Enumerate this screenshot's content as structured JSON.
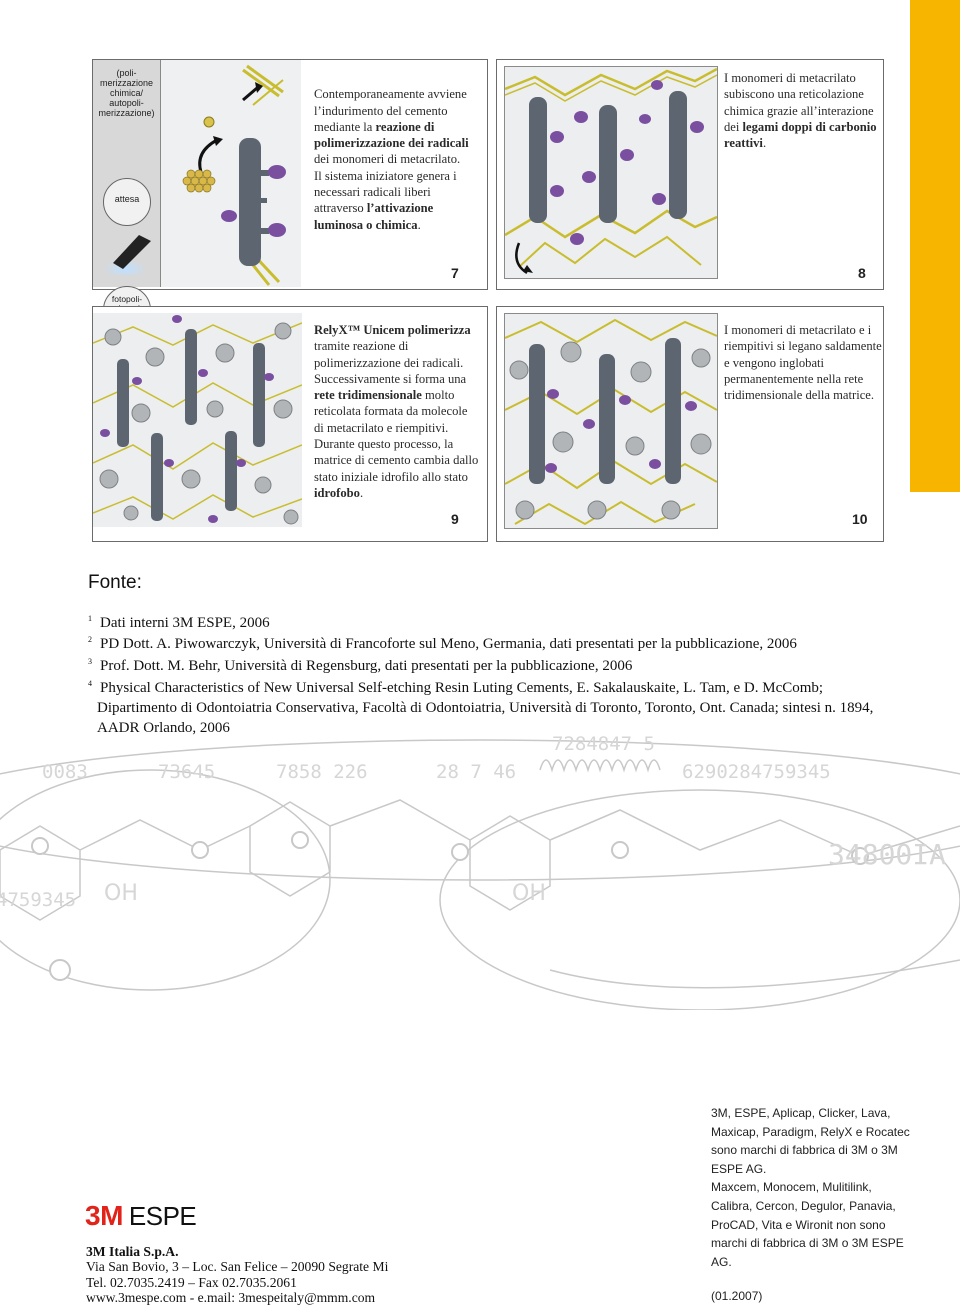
{
  "panels": {
    "p7": {
      "number": "7",
      "strip_label_top": "(poli-\nmerizzazione\nchimica/\nautopoli-\nmerizzazione)",
      "dial_top": "attesa",
      "dial_bottom": "fotopoli-\nmerizzazione",
      "text": [
        {
          "t": "Contemporaneamente avviene l’indurimento del cemento mediante la ",
          "b": false
        },
        {
          "t": "reazione di polimerizzazione dei radicali",
          "b": true
        },
        {
          "t": " dei monomeri di metacrilato.",
          "b": false
        },
        {
          "t": "\nIl sistema iniziatore genera i necessari radicali liberi attraverso ",
          "b": false
        },
        {
          "t": "l’attivazione luminosa o chimica",
          "b": true
        },
        {
          "t": ".",
          "b": false
        }
      ]
    },
    "p8": {
      "number": "8",
      "text": [
        {
          "t": "I monomeri di metacrilato subiscono una reticolazione chimica grazie all’interazione dei ",
          "b": false
        },
        {
          "t": "legami doppi di carbonio reattivi",
          "b": true
        },
        {
          "t": ".",
          "b": false
        }
      ]
    },
    "p9": {
      "number": "9",
      "text": [
        {
          "t": "RelyX™ Unicem polimerizza",
          "b": true
        },
        {
          "t": " tramite reazione di polimerizzazione dei radicali. Successivamente si forma una ",
          "b": false
        },
        {
          "t": "rete tridimensionale",
          "b": true
        },
        {
          "t": " molto reticolata formata da molecole di metacrilato e riempitivi. Durante questo processo, la matrice di cemento cambia dallo stato iniziale idrofilo allo stato ",
          "b": false
        },
        {
          "t": "idrofobo",
          "b": true
        },
        {
          "t": ".",
          "b": false
        }
      ]
    },
    "p10": {
      "number": "10",
      "text": [
        {
          "t": "I monomeri di metacrilato e i riempitivi si legano saldamente e vengono inglobati permanentemente nella rete tridimensionale della matrice.",
          "b": false
        }
      ]
    }
  },
  "sources": {
    "title": "Fonte:",
    "refs": [
      {
        "n": "1",
        "text": "Dati interni 3M ESPE, 2006"
      },
      {
        "n": "2",
        "text": "PD Dott. A. Piwowarczyk, Università di Francoforte sul Meno, Germania, dati presentati per la pubblicazione, 2006"
      },
      {
        "n": "3",
        "text": "Prof. Dott. M. Behr, Università di Regensburg, dati presentati per la pubblicazione, 2006"
      },
      {
        "n": "4",
        "text": "Physical Characteristics of New Universal Self-etching Resin Luting Cements, E. Sakalauskaite, L. Tam, e D. McComb;",
        "cont1": "Dipartimento di Odontoiatria Conservativa, Facoltà di Odontoiatria, Università di Toronto, Toronto, Ont. Canada; sintesi n. 1894,",
        "cont2": "AADR Orlando, 2006"
      }
    ]
  },
  "background_digits": {
    "r1": "7284847 5",
    "r2a": "0083",
    "r2b": "73645",
    "r2c": "7858 226",
    "r2d": "28 7 46",
    "r2e": "6290284759345",
    "r3a": "4759345",
    "oh1": "OH",
    "oh2": "OH",
    "r3b": "34800IA"
  },
  "footer": {
    "logo_3m": "3M",
    "logo_espe": "ESPE",
    "company": "3M Italia S.p.A.",
    "address": "Via San Bovio, 3 – Loc. San Felice – 20090 Segrate Mi",
    "phone": "Tel. 02.7035.2419 – Fax 02.7035.2061",
    "web": "www.3mespe.com - e.mail: 3mespeitaly@mmm.com",
    "trademarks_1": "3M, ESPE, Aplicap, Clicker, Lava, Maxicap, Paradigm, RelyX e Rocatec sono marchi di fabbrica di 3M o 3M ESPE AG.",
    "trademarks_2": "Maxcem, Monocem, Mulitilink, Calibra, Cercon, Degulor, Panavia, ProCAD, Vita e Wironit non sono marchi di fabbrica di 3M o 3M ESPE AG.",
    "date": "(01.2007)"
  },
  "colors": {
    "accent_yellow": "#f7b500",
    "brand_red": "#e2231a",
    "rod": "#5d6670",
    "monomer": "#7a4fa0",
    "chain": "#d8cc3a"
  }
}
